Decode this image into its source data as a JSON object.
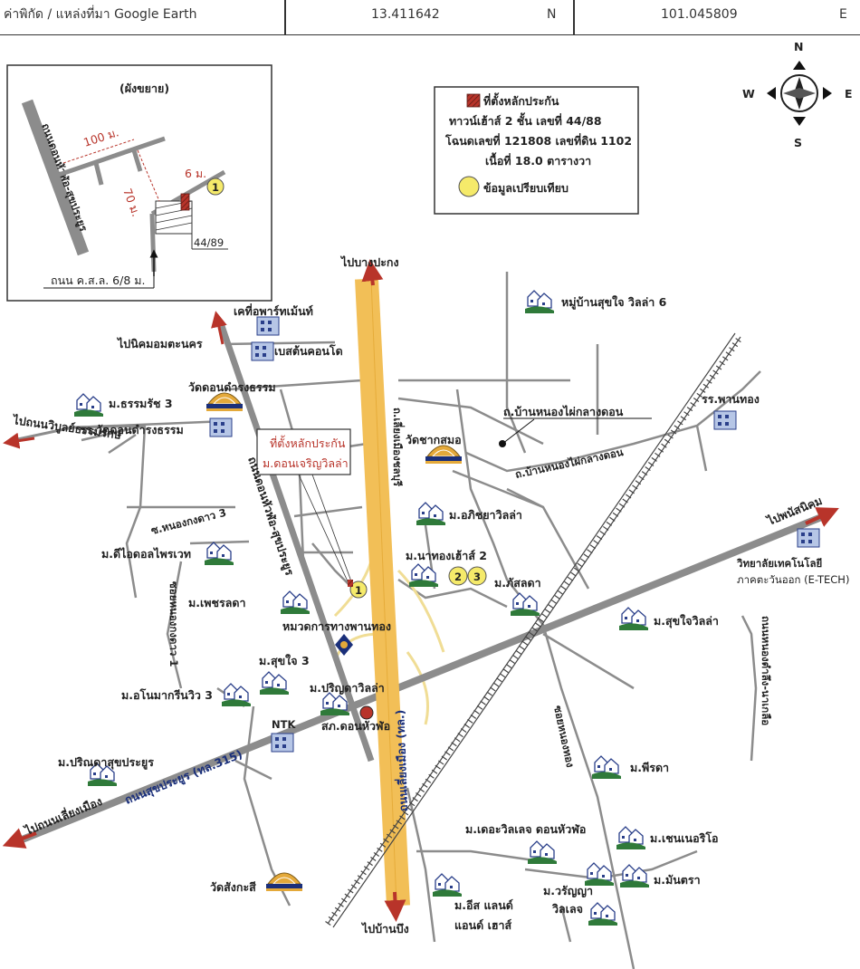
{
  "header": {
    "coord_label": "ค่าพิกัด / แหล่งที่มา Google Earth",
    "lat": "13.411642",
    "lat_dir": "N",
    "lon": "101.045809",
    "lon_dir": "E"
  },
  "compass": {
    "n": "N",
    "s": "S",
    "e": "E",
    "w": "W"
  },
  "inset": {
    "title": "(ผังขยาย)",
    "road_left": "ถนนดอนหัวฬ่อ-สุขประยูร",
    "dim_100": "100 ม.",
    "dim_70": "70 ม.",
    "dim_6": "6 ม.",
    "plot_no": "44/89",
    "marker": "1",
    "road_bottom": "ถนน ค.ส.ล. 6/8 ม."
  },
  "legend": {
    "line1": "ที่ตั้งหลักประกัน",
    "line2": "ทาวน์เฮ้าส์ 2 ชั้น เลขที่ 44/88",
    "line3": "โฉนดเลขที่ 121808 เลขที่ดิน 1102",
    "line4": "เนื้อที่ 18.0 ตารางวา",
    "line5": "ข้อมูลเปรียบเทียบ"
  },
  "callout": {
    "line1": "ที่ตั้งหลักประกัน",
    "line2": "ม.ดอนเจริญวิลล่า"
  },
  "labels": {
    "to_bang_pakong": "ไปบางปะกง",
    "to_bang_bueng": "ไปบ้านบึง",
    "to_nikhom": "ไปนิคมอมตะนคร",
    "to_wiboon": "ไปถนนวิบูลย์ธรรมรักษ์",
    "to_panat": "ไปพนัสนิคม",
    "to_liang_mueang": "ไปถนนเลี่ยงเมือง",
    "keethi": "เคที่อพาร์ทเม้นท์",
    "best_condo": "เบสต้นคอนโด",
    "wat_don_damrong": "วัดดอนดำรงธรรม",
    "m_thammaratch": "ม.ธรรมรัช 3",
    "school_don": "รร.วัดดอนดำรงธรรม",
    "soi_nong_kai_3": "ซ.หนองกงดาว 3",
    "m_dinodol": "ม.ดีไอดอลไพรเวท",
    "m_phetlada": "ม.เพชรลดา",
    "soi_nong_kai_1": "ซอยหนองกงดาว 1",
    "m_sukjai3": "ม.สุขใจ 3",
    "m_anomak": "ม.อโนมากรีนวิว 3",
    "ntk": "NTK",
    "m_parinda_sp": "ม.ปริณดาสุขประยูร",
    "road_315": "ถนนสุขประยูร (ทล.315)",
    "wat_sangkasi": "วัดสังกะสี",
    "mv_ban_thong": "หมวดการทางพานทอง",
    "m_parinda": "ม.ปริญดาวิลล่า",
    "police": "สภ.ดอนหัวฬ่อ",
    "road_main_upper": "ถ.เลี่ยงเมืองชลบุรี",
    "road_main_lower": "ถนนเลี่ยงเมือง (ทล.)",
    "wat_chak_samo": "วัดชากสมอ",
    "m_aphichaya": "ม.อภิชยาวิลล่า",
    "m_nathong": "ม.นาทองเฮ้าส์ 2",
    "m_phatlada": "ม.ภัสลดา",
    "road_nong_phai_label": "ถ.บ้านหนองไผ่กลางดอน",
    "road_nong_phai": "ถ.บ้านหนองไผ่กลางดอน",
    "moo_sukjai6": "หมู่บ้านสุขใจ วิลล่า 6",
    "school_panthong": "รร.พานทอง",
    "etech1": "วิทยาลัยเทคโนโลยี",
    "etech2": "ภาคตะวันออก (E-TECH)",
    "m_sukjai_villa": "ม.สุขใจวิลล่า",
    "road_nongkaew": "ถนนหนองตำลึง-นาเกลือ",
    "soi_nong_thong": "ซอยหนองทอง",
    "m_pirada": "ม.พีรดา",
    "m_the_village": "ม.เดอะวิลเลจ ดอนหัวฬ่อ",
    "m_shainer": "ม.เชนเนอริโอ",
    "m_mantra": "ม.มันตรา",
    "m_waranya1": "ม.วรัญญา",
    "m_waranya2": "วิลเลจ",
    "m_ease1": "ม.อีส แลนด์",
    "m_ease2": "แอนด์ เฮาส์",
    "road_don_hua_lo": "ถนนดอนหัวฬ่อ-สุขประยูร",
    "c1": "1",
    "c2": "2",
    "c3": "3"
  },
  "colors": {
    "road_gray": "#8c8c8c",
    "highway": "#f2bf57",
    "arrow_red": "#b8342a",
    "marker_yellow": "#f5ea6a",
    "house_green": "#2f7a3a",
    "temple_gold": "#e4a93a"
  }
}
